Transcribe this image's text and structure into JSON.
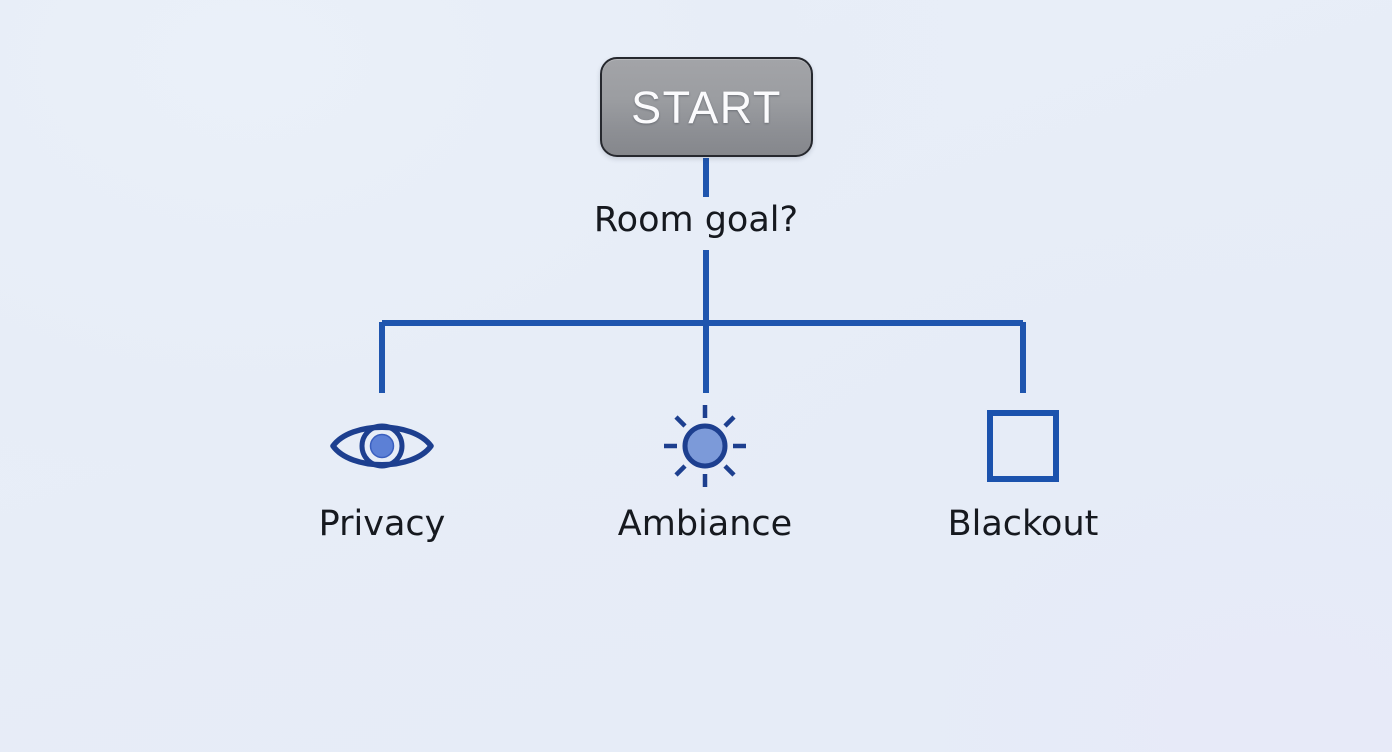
{
  "diagram": {
    "type": "decision-tree",
    "background_color": "#e8eef7",
    "connector_color": "#1f55ae",
    "start": {
      "label": "START",
      "text_color": "#fbfbfd",
      "fill_top_color": "#a3a4a8",
      "fill_bottom_color": "#85878c",
      "border_color": "#26282e"
    },
    "decision": {
      "question": "Room goal?",
      "text_color": "#16191f"
    },
    "branches": [
      {
        "id": "privacy",
        "label": "Privacy",
        "icon": "eye-icon",
        "icon_stroke_color": "#1d3f8f",
        "icon_fill_color": "#5c80d6"
      },
      {
        "id": "ambiance",
        "label": "Ambiance",
        "icon": "sun-icon",
        "icon_stroke_color": "#1d3f8f",
        "icon_fill_color": "#7c9ad9"
      },
      {
        "id": "blackout",
        "label": "Blackout",
        "icon": "square-icon",
        "icon_stroke_color": "#1b52ad",
        "icon_fill_color": "none"
      }
    ]
  }
}
